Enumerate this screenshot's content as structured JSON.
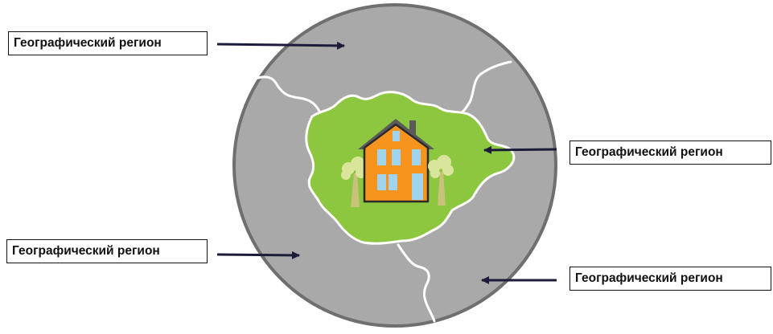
{
  "labels": {
    "top_left": "Географический регион",
    "bottom_left": "Географический регион",
    "mid_right": "Географический регион",
    "bottom_right": "Географический регион"
  },
  "colors": {
    "outer_circle_fill": "#a9a9a9",
    "outer_circle_stroke": "#6f6f6f",
    "border_lines": "#ffffff",
    "inner_region": "#8dc63f",
    "house_walls": "#f7941d",
    "house_roof": "#5a5a5a",
    "windows": "#9fd3f0",
    "tree_foliage": "#d9e59a",
    "tree_trunk": "#c9c27a",
    "arrows": "#1c1c3a",
    "label_border": "#111111"
  },
  "icons": [
    "house-icon",
    "tree-icon"
  ]
}
